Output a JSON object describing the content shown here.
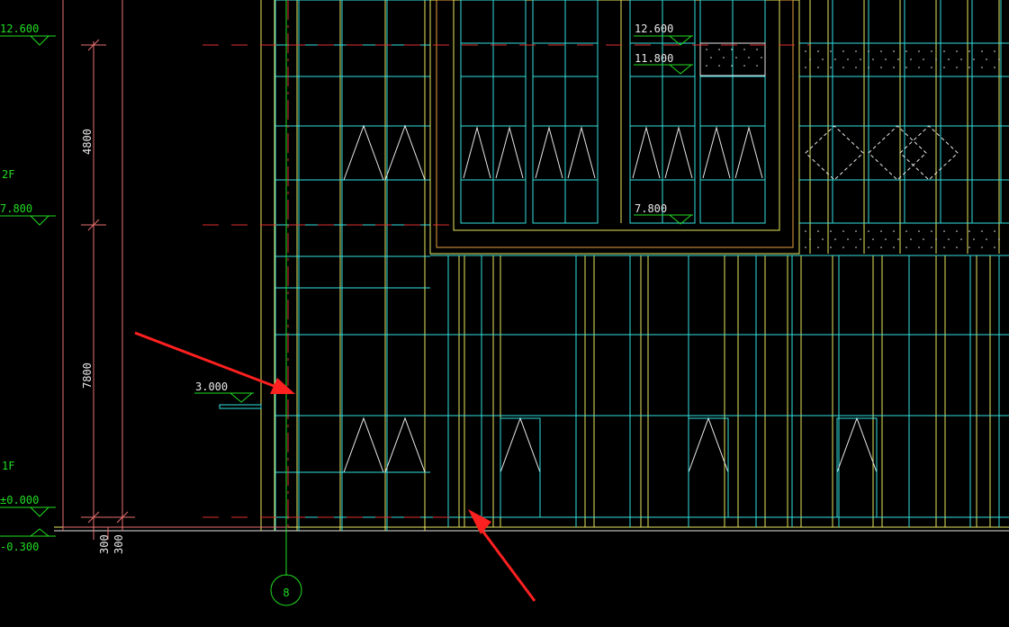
{
  "colors": {
    "background": "#000000",
    "green": "#22dd22",
    "cyan": "#33e0e0",
    "yellow": "#e8e860",
    "red": "#e03030",
    "salmon": "#e87070",
    "orange": "#e8a040",
    "white": "#e8e8e8",
    "arrow": "#ff2020"
  },
  "levels": {
    "left": [
      {
        "value": "12.600"
      },
      {
        "value": "7.800"
      },
      {
        "value": "±0.000"
      },
      {
        "value": "-0.300"
      }
    ],
    "inner": [
      {
        "value": "12.600"
      },
      {
        "value": "11.800"
      },
      {
        "value": "7.800"
      },
      {
        "value": "3.000"
      }
    ]
  },
  "floors": {
    "second": "2F",
    "first": "1F"
  },
  "dimensions": {
    "upper": "4800",
    "lower": "7800",
    "bottom_a": "300",
    "bottom_b": "300"
  },
  "grid_axis": {
    "label": "8"
  },
  "annotations": {
    "arrow_count": 2
  }
}
